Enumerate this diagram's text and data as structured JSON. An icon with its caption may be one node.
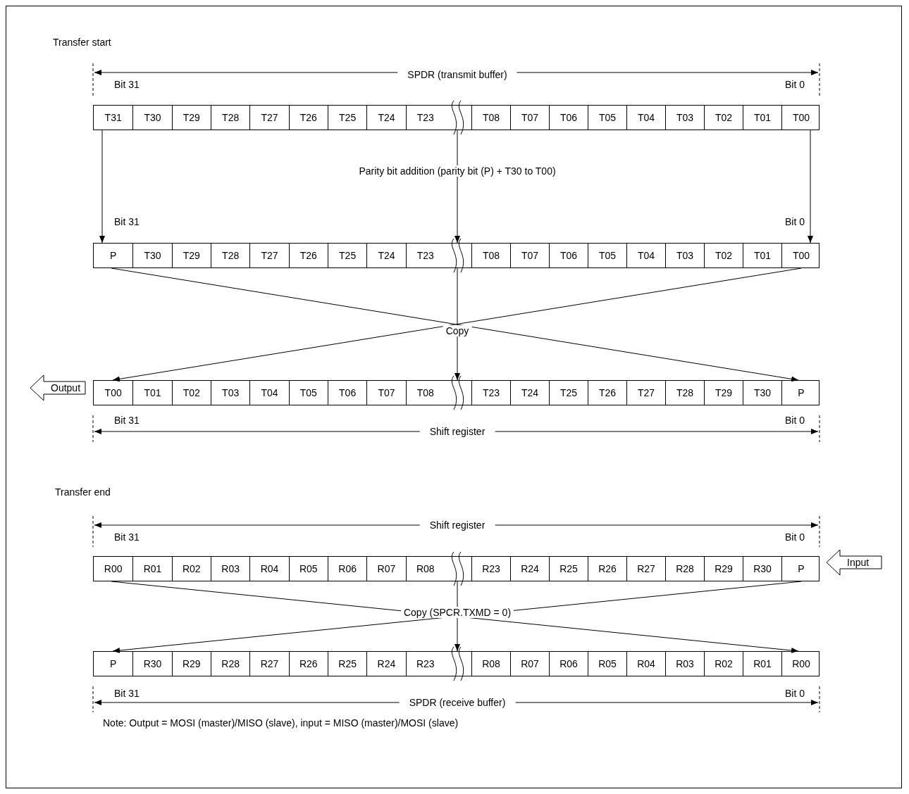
{
  "diagram": {
    "nodes": [
      {
        "text": [],
        "shape": "box"
      },
      {
        "text": [
          "T31"
        ],
        "in": 0
      },
      {
        "text": [
          "T30"
        ],
        "in": 0
      },
      {
        "text": [
          "T29"
        ],
        "in": 0
      },
      {
        "text": [
          "T28"
        ],
        "in": 0
      },
      {
        "text": [
          "T27"
        ],
        "in": 0
      },
      {
        "text": [
          "T26"
        ],
        "in": 0
      },
      {
        "text": [
          "T25"
        ],
        "in": 0
      },
      {
        "text": [
          "T24"
        ],
        "in": 0
      },
      {
        "text": [
          "T23"
        ],
        "in": 0
      },
      {
        "text": [
          "T08"
        ],
        "in": 0
      },
      {
        "text": [
          "T07"
        ],
        "in": 0
      },
      {
        "text": [
          "T06"
        ],
        "in": 0
      },
      {
        "text": [
          "T05"
        ],
        "in": 0
      },
      {
        "text": [
          "T04"
        ],
        "in": 0
      },
      {
        "text": [
          "T03"
        ],
        "in": 0
      },
      {
        "text": [
          "T02"
        ],
        "in": 0
      },
      {
        "text": [
          "T01"
        ],
        "in": 0
      },
      {
        "text": [
          "T00"
        ],
        "in": 0
      },
      {
        "text": [],
        "shape": "box"
      },
      {
        "text": [
          "P"
        ],
        "in": 19
      },
      {
        "text": [
          "T30"
        ],
        "in": 19
      },
      {
        "text": [
          "T29"
        ],
        "in": 19
      },
      {
        "text": [
          "T28"
        ],
        "in": 19
      },
      {
        "text": [
          "T27"
        ],
        "in": 19
      },
      {
        "text": [
          "T26"
        ],
        "in": 19
      },
      {
        "text": [
          "T25"
        ],
        "in": 19
      },
      {
        "text": [
          "T24"
        ],
        "in": 19
      },
      {
        "text": [
          "T23"
        ],
        "in": 19
      },
      {
        "text": [
          "T08"
        ],
        "in": 19
      },
      {
        "text": [
          "T07"
        ],
        "in": 19
      },
      {
        "text": [
          "T06"
        ],
        "in": 19
      },
      {
        "text": [
          "T05"
        ],
        "in": 19
      },
      {
        "text": [
          "T04"
        ],
        "in": 19
      },
      {
        "text": [
          "T03"
        ],
        "in": 19
      },
      {
        "text": [
          "T02"
        ],
        "in": 19
      },
      {
        "text": [
          "T01"
        ],
        "in": 19
      },
      {
        "text": [
          "T00"
        ],
        "in": 19
      },
      {
        "text": [
          "Output"
        ]
      },
      {
        "text": [],
        "shape": "box"
      },
      {
        "text": [
          "T00"
        ],
        "in": 39
      },
      {
        "text": [
          "T01"
        ],
        "in": 39
      },
      {
        "text": [
          "T02"
        ],
        "in": 39
      },
      {
        "text": [
          "T03"
        ],
        "in": 39
      },
      {
        "text": [
          "T04"
        ],
        "in": 39
      },
      {
        "text": [
          "T05"
        ],
        "in": 39
      },
      {
        "text": [
          "T06"
        ],
        "in": 39
      },
      {
        "text": [
          "T07"
        ],
        "in": 39
      },
      {
        "text": [
          "T08"
        ],
        "in": 39
      },
      {
        "text": [
          "T23"
        ],
        "in": 39
      },
      {
        "text": [
          "T24"
        ],
        "in": 39
      },
      {
        "text": [
          "T25"
        ],
        "in": 39
      },
      {
        "text": [
          "T26"
        ],
        "in": 39
      },
      {
        "text": [
          "T27"
        ],
        "in": 39
      },
      {
        "text": [
          "T28"
        ],
        "in": 39
      },
      {
        "text": [
          "T29"
        ],
        "in": 39
      },
      {
        "text": [
          "T30"
        ],
        "in": 39
      },
      {
        "text": [
          "P"
        ],
        "in": 39
      },
      {
        "text": [],
        "shape": "box"
      },
      {
        "text": [
          "R00"
        ],
        "in": 58
      },
      {
        "text": [
          "R01"
        ],
        "in": 58
      },
      {
        "text": [
          "R02"
        ],
        "in": 58
      },
      {
        "text": [
          "R03"
        ],
        "in": 58
      },
      {
        "text": [
          "R04"
        ],
        "in": 58
      },
      {
        "text": [
          "R05"
        ],
        "in": 58
      },
      {
        "text": [
          "R06"
        ],
        "in": 58
      },
      {
        "text": [
          "R07"
        ],
        "in": 58
      },
      {
        "text": [
          "R08"
        ],
        "in": 58
      },
      {
        "text": [
          "R23"
        ],
        "in": 58
      },
      {
        "text": [
          "R24"
        ],
        "in": 58
      },
      {
        "text": [
          "R25"
        ],
        "in": 58
      },
      {
        "text": [
          "R26"
        ],
        "in": 58
      },
      {
        "text": [
          "R27"
        ],
        "in": 58
      },
      {
        "text": [
          "R28"
        ],
        "in": 58
      },
      {
        "text": [
          "R29"
        ],
        "in": 58
      },
      {
        "text": [
          "R30"
        ],
        "in": 58
      },
      {
        "text": [
          "P"
        ],
        "in": 58
      },
      {
        "text": [
          "Input"
        ]
      },
      {
        "text": [],
        "shape": "box"
      },
      {
        "text": [
          "P"
        ],
        "in": 78
      },
      {
        "text": [
          "R30"
        ],
        "in": 78
      },
      {
        "text": [
          "R29"
        ],
        "in": 78
      },
      {
        "text": [
          "R28"
        ],
        "in": 78
      },
      {
        "text": [
          "R27"
        ],
        "in": 78
      },
      {
        "text": [
          "R26"
        ],
        "in": 78
      },
      {
        "text": [
          "R25"
        ],
        "in": 78
      },
      {
        "text": [
          "R24"
        ],
        "in": 78
      },
      {
        "text": [
          "R23"
        ],
        "in": 78
      },
      {
        "text": [
          "R08"
        ],
        "in": 78
      },
      {
        "text": [
          "R07"
        ],
        "in": 78
      },
      {
        "text": [
          "R06"
        ],
        "in": 78
      },
      {
        "text": [
          "R05"
        ],
        "in": 78
      },
      {
        "text": [
          "R04"
        ],
        "in": 78
      },
      {
        "text": [
          "R03"
        ],
        "in": 78
      },
      {
        "text": [
          "R02"
        ],
        "in": 78
      },
      {
        "text": [
          "R01"
        ],
        "in": 78
      },
      {
        "text": [
          "R00"
        ],
        "in": 78
      }
    ],
    "edges": [
      {
        "from": 1,
        "to": 20,
        "arrow": "to"
      },
      {
        "from": 18,
        "to": 37,
        "arrow": "to"
      },
      {
        "from": 0,
        "to": 19,
        "arrow": "to",
        "label": "Parity bit addition (parity bit (P) + T30 to T00)"
      },
      {
        "from": 20,
        "to": 57,
        "arrow": "to"
      },
      {
        "from": 37,
        "to": 40,
        "arrow": "to"
      },
      {
        "from": 19,
        "to": 39,
        "arrow": "to",
        "label": "Copy"
      },
      {
        "from": 76,
        "to": 79,
        "arrow": "to"
      },
      {
        "from": 59,
        "to": 96,
        "arrow": "to"
      },
      {
        "from": 58,
        "to": 78,
        "arrow": "to",
        "label": "Copy (SPCR.TXMD = 0)"
      }
    ],
    "labels": [
      "Transfer start",
      "SPDR (transmit buffer)",
      "Bit 31",
      "Bit 0",
      "Bit 31",
      "Bit 0",
      "Bit 31",
      "Bit 0",
      "Shift register",
      "Transfer end",
      "Shift register",
      "Bit 31",
      "Bit 0",
      "Bit 31",
      "Bit 0",
      "SPDR (receive buffer)",
      "Note: Output = MOSI (master)/MISO (slave), input = MISO (master)/MOSI (slave)"
    ]
  }
}
